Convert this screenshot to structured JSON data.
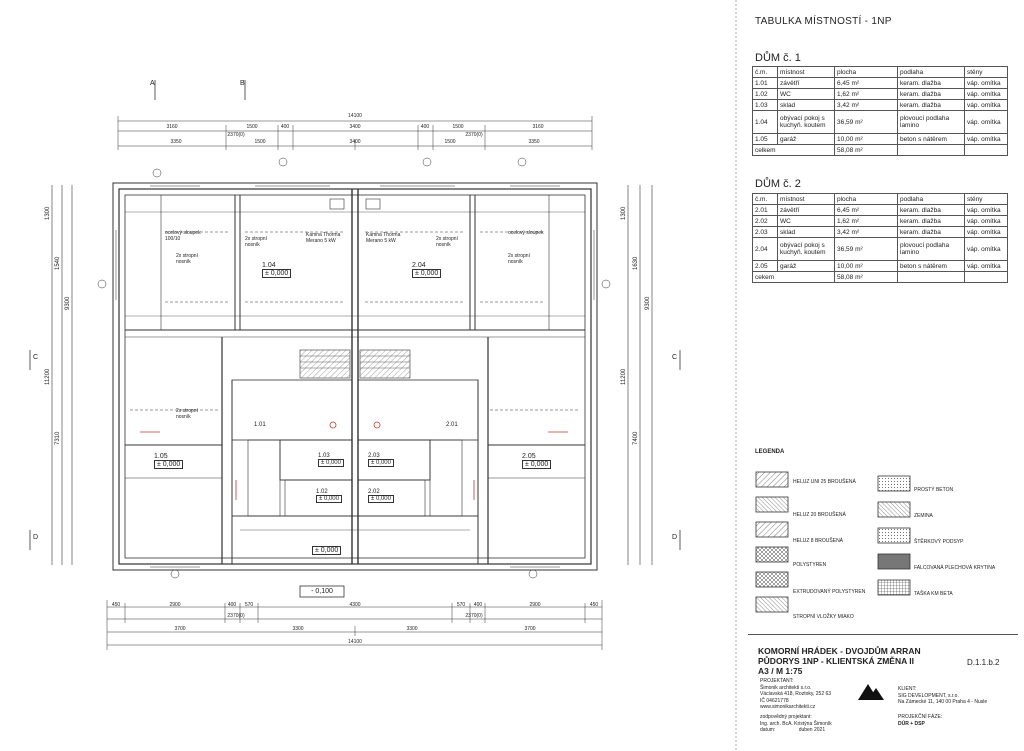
{
  "plan": {
    "top_overall": "14100",
    "top_row1": [
      "3160",
      "1500",
      "400",
      "3400",
      "400",
      "1500",
      "3160"
    ],
    "top_row2": [
      "3350",
      "1500",
      "3400",
      "1500",
      "3350"
    ],
    "bottom_row1": [
      "450",
      "2900",
      "400",
      "570",
      "4300",
      "570",
      "400",
      "2900",
      "450"
    ],
    "bottom_row2": [
      "3700",
      "3300",
      "3300",
      "3700"
    ],
    "bottom_overall": "14100",
    "bottom_mods": [
      "2370(0)",
      "2370(0)"
    ],
    "top_mods": [
      "2370(0)",
      "2370(0)"
    ],
    "left_dims": [
      "1300",
      "1540",
      "9300",
      "11200",
      "7310"
    ],
    "right_dims": [
      "1300",
      "1630",
      "9300",
      "11200",
      "7400"
    ],
    "section_labels": {
      "a": "A",
      "b": "B",
      "c": "C",
      "d": "D"
    },
    "rooms": [
      {
        "num": "1.04",
        "level": "± 0,000"
      },
      {
        "num": "2.04",
        "level": "± 0,000"
      },
      {
        "num": "1.05",
        "level": "± 0,000"
      },
      {
        "num": "2.05",
        "level": "± 0,000"
      },
      {
        "num": "1.03",
        "level": "± 0,000"
      },
      {
        "num": "2.03",
        "level": "± 0,000"
      },
      {
        "num": "1.02",
        "level": "± 0,000"
      },
      {
        "num": "2.02",
        "level": "± 0,000"
      },
      {
        "num": "1.01",
        "level": ""
      },
      {
        "num": "2.01",
        "level": ""
      }
    ],
    "shared_level": "± 0,000",
    "outside_level": "- 0,100",
    "notes": {
      "stove_left": "Kamna Thorma Merano 5 kW",
      "stove_right": "Kamna Thorma Merano 5 kW",
      "ceiling_light": "2x stropní nosník",
      "heater_left": "ocelový sloupek 100/10",
      "heater_right": "ocelový sloupek"
    }
  },
  "room_table": {
    "title": "TABULKA MÍSTNOSTÍ - 1NP",
    "houses": [
      {
        "name": "DŮM č. 1",
        "header": [
          "č.m.",
          "místnost",
          "plocha",
          "podlaha",
          "stěny"
        ],
        "rows": [
          [
            "1.01",
            "závětří",
            "6,45 m²",
            "keram. dlažba",
            "váp. omítka"
          ],
          [
            "1.02",
            "WC",
            "1,62 m²",
            "keram. dlažba",
            "váp. omítka"
          ],
          [
            "1.03",
            "sklad",
            "3,42 m²",
            "keram. dlažba",
            "váp. omítka"
          ],
          [
            "1.04",
            "obývací pokoj s kuchyň. koutem",
            "36,59 m²",
            "plovoucí podlaha lamino",
            "váp. omítka"
          ],
          [
            "1.05",
            "garáž",
            "10,00 m²",
            "beton s nátěrem",
            "váp. omítka"
          ]
        ],
        "total_label": "celkem",
        "total_value": "58,08 m²"
      },
      {
        "name": "DŮM č. 2",
        "header": [
          "č.m.",
          "místnost",
          "plocha",
          "podlaha",
          "stěny"
        ],
        "rows": [
          [
            "2.01",
            "závětří",
            "6,45 m²",
            "keram. dlažba",
            "váp. omítka"
          ],
          [
            "2.02",
            "WC",
            "1,62 m²",
            "keram. dlažba",
            "váp. omítka"
          ],
          [
            "2.03",
            "sklad",
            "3,42 m²",
            "keram. dlažba",
            "váp. omítka"
          ],
          [
            "2.04",
            "obývací pokoj s kuchyň. koutem",
            "36,59 m²",
            "plovoucí podlaha lamino",
            "váp. omítka"
          ],
          [
            "2.05",
            "garáž",
            "10,00 m²",
            "beton s nátěrem",
            "váp. omítka"
          ]
        ],
        "total_label": "cekem",
        "total_value": "58,08 m²"
      }
    ]
  },
  "legend": {
    "title": "LEGENDA",
    "left": [
      "HELUZ UNI 25 BROUŠENÁ",
      "HELUZ 20 BROUŠENÁ",
      "HELUZ 8 BROUŠENÁ",
      "POLYSTYREN",
      "EXTRUDOVANÝ POLYSTYREN",
      "STROPNÍ VLOŽKY MIAKO"
    ],
    "right": [
      "PROSTÝ BETON",
      "ZEMINA",
      "ŠTĚRKOVÝ PODSYP",
      "FALCOVANÁ PLECHOVÁ KRYTINA",
      "TAŠKA KM BETA"
    ]
  },
  "title_block": {
    "project": "KOMORNÍ HRÁDEK - DVOJDŮM ARRAN",
    "drawing": "PŮDORYS 1NP - KLIENTSKÁ ZMĚNA II",
    "scale": "A3 / M 1:75",
    "drawing_no": "D.1.1.b.2",
    "designer_label": "PROJEKTANT:",
    "designer_lines": [
      "Šimonik architekti s.r.o.",
      "Václavská 418, Roztoky, 252 63",
      "IČ 04621778",
      "www.simonikarchitekti.cz"
    ],
    "responsible_label": "zodpovědný projektant:",
    "responsible_name": "Ing. arch. BcA. Kristýna Šimoník",
    "date_label": "datum:",
    "date_value": "duben 2021",
    "client_label": "KLIENT:",
    "client_lines": [
      "SIG DEVELOPMENT, s.r.o.",
      "Na Zámecké 11, 140 00 Praha 4 - Nusle"
    ],
    "phase_label": "PROJEKČNÍ FÁZE:",
    "phase_value": "DÚR + DSP"
  },
  "colors": {
    "line": "#333333",
    "accent_red": "#c0392b",
    "hatch": "#666666"
  }
}
